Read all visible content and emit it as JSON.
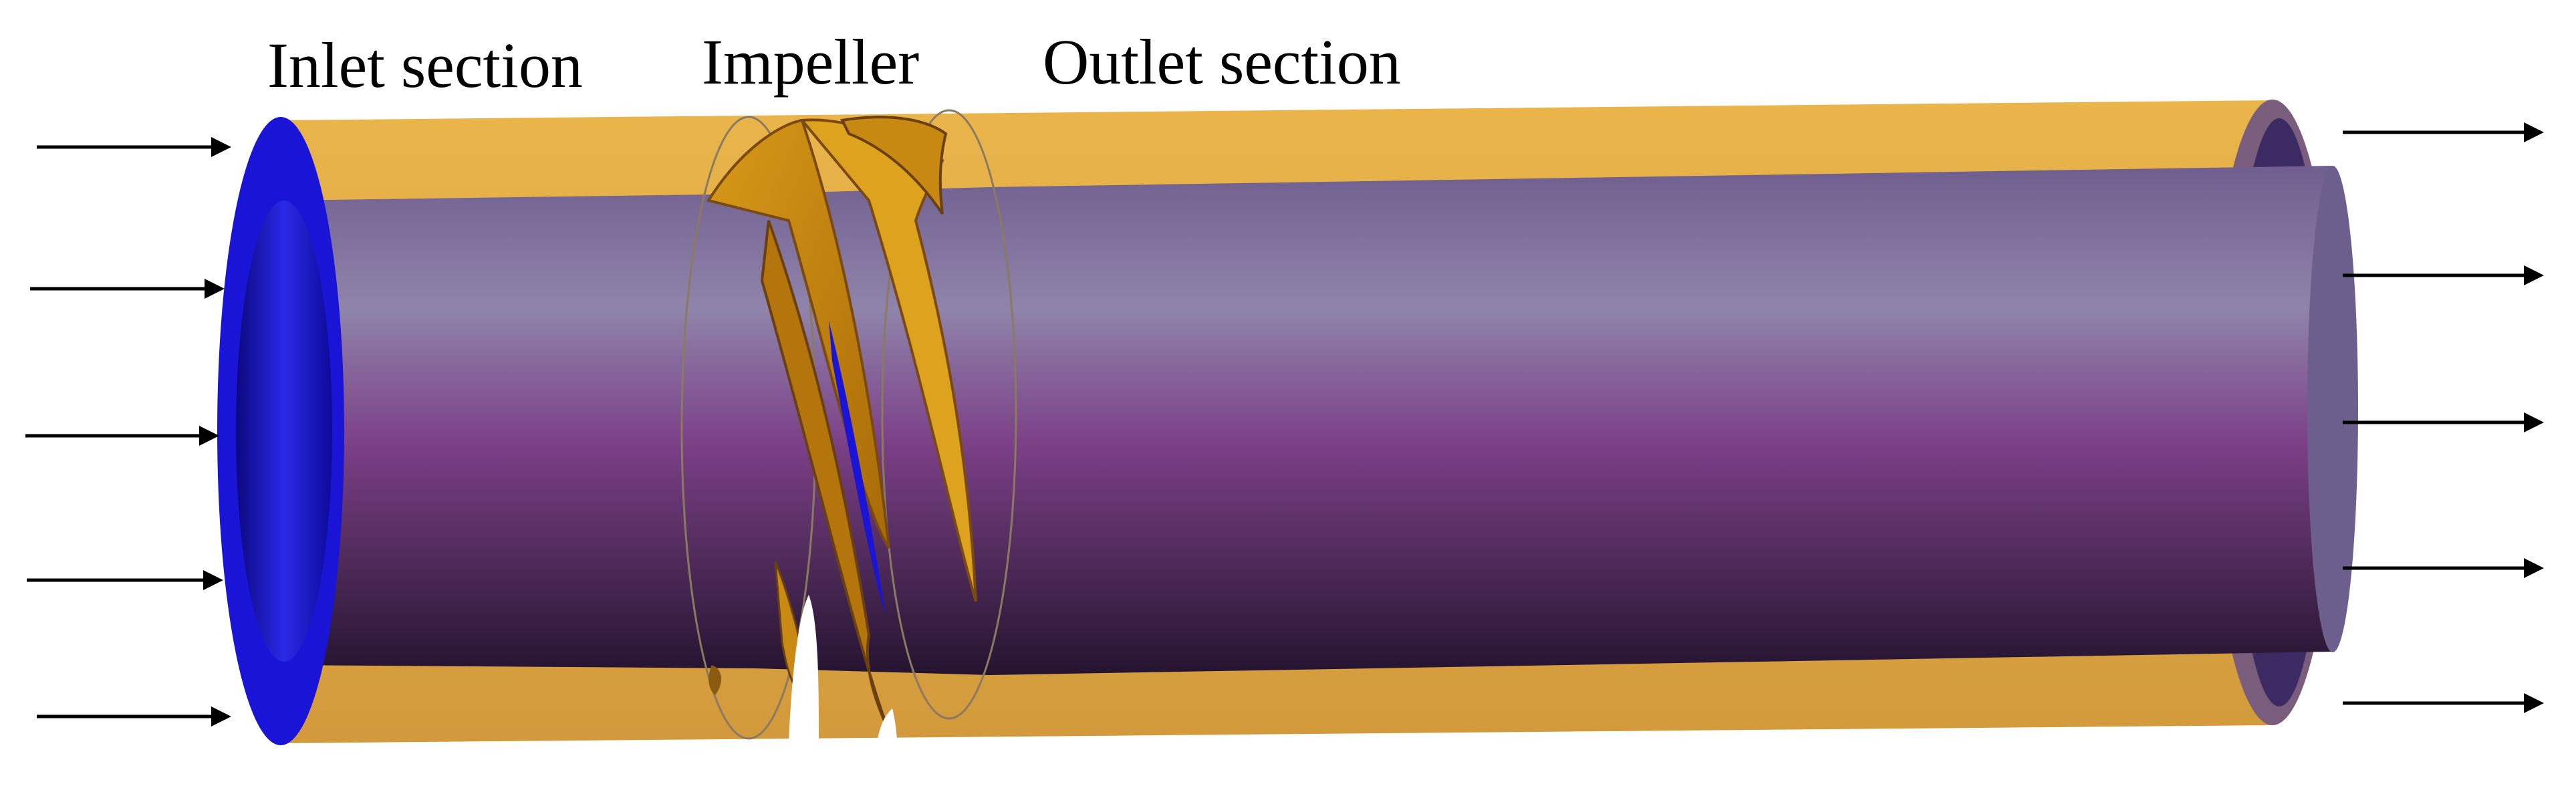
{
  "labels": {
    "inlet": "Inlet section",
    "impeller": "Impeller",
    "outlet": "Outlet section"
  },
  "colors": {
    "casing": "#e6ae45",
    "casing_dark": "#cf9535",
    "hub_light": "#8d80a8",
    "hub_mid": "#7a3f86",
    "hub_dark": "#2a1538",
    "inlet_face": "#1a14d6",
    "blade": "#c98c10",
    "blade_edge": "#7a4a10",
    "arrow": "#000000"
  },
  "icons": {
    "inflow": "arrow-right",
    "outflow": "arrow-right"
  }
}
